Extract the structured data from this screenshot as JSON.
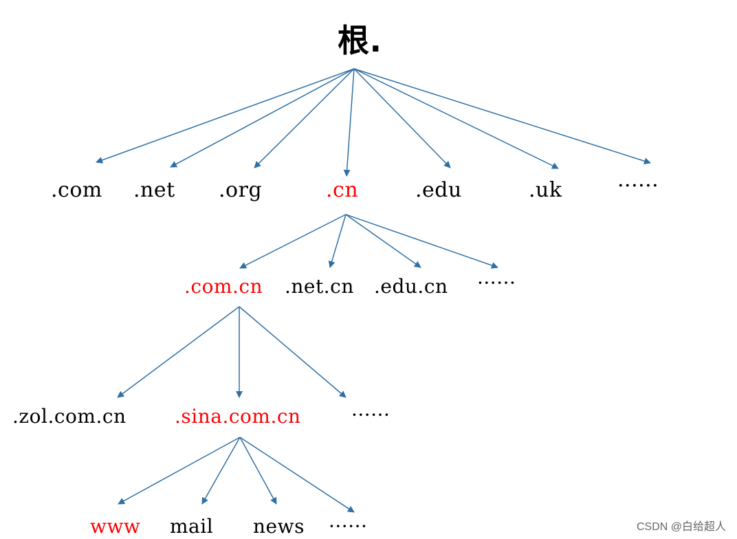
{
  "colors": {
    "arrow": "#2f6fa3",
    "text": "#000000",
    "highlight": "#ff0000",
    "watermark": "#666666"
  },
  "root": {
    "label": "根."
  },
  "level1": [
    {
      "label": ".com",
      "highlight": false
    },
    {
      "label": ".net",
      "highlight": false
    },
    {
      "label": ".org",
      "highlight": false
    },
    {
      "label": ".cn",
      "highlight": true
    },
    {
      "label": ".edu",
      "highlight": false
    },
    {
      "label": ".uk",
      "highlight": false
    },
    {
      "label": "······",
      "highlight": false
    }
  ],
  "level2": [
    {
      "label": ".com.cn",
      "highlight": true
    },
    {
      "label": ".net.cn",
      "highlight": false
    },
    {
      "label": ".edu.cn",
      "highlight": false
    },
    {
      "label": "······",
      "highlight": false
    }
  ],
  "level3": [
    {
      "label": ".zol.com.cn",
      "highlight": false
    },
    {
      "label": ".sina.com.cn",
      "highlight": true
    },
    {
      "label": "······",
      "highlight": false
    }
  ],
  "level4": [
    {
      "label": "www",
      "highlight": true
    },
    {
      "label": "mail",
      "highlight": false
    },
    {
      "label": "news",
      "highlight": false
    },
    {
      "label": "······",
      "highlight": false
    }
  ],
  "watermark": "CSDN @白给超人"
}
